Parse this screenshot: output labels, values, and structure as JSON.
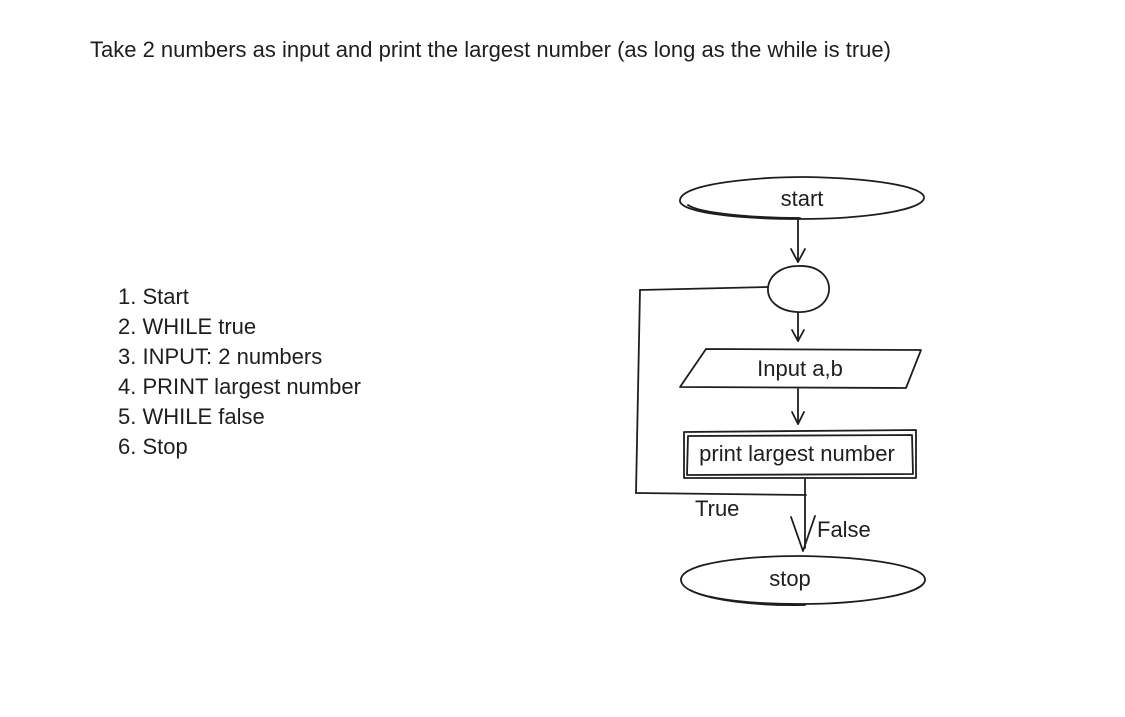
{
  "title": "Take 2 numbers as input and print the largest number (as long as the while is true)",
  "steps": [
    "1. Start",
    "2. WHILE true",
    "3. INPUT: 2 numbers",
    "4. PRINT largest number",
    "5. WHILE false",
    "6. Stop"
  ],
  "flowchart": {
    "start": "start",
    "input": "Input a,b",
    "process": "print largest number",
    "true_label": "True",
    "false_label": "False",
    "stop": "stop"
  }
}
